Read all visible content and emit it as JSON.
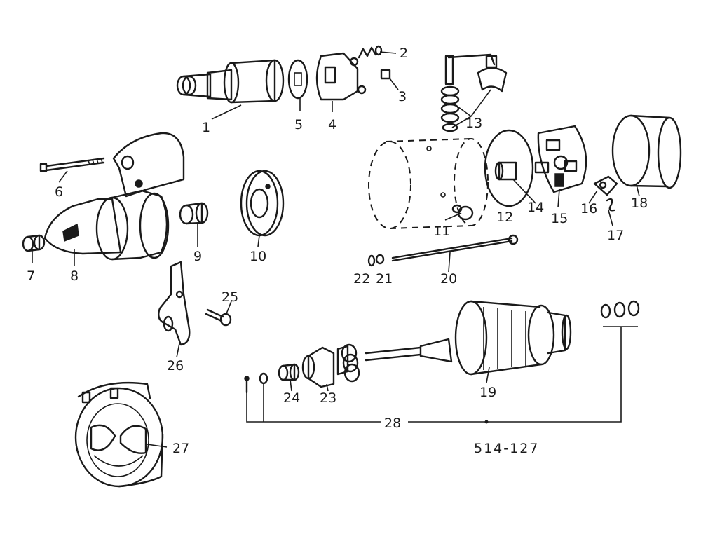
{
  "callouts": [
    "1",
    "2",
    "3",
    "4",
    "5",
    "6",
    "7",
    "8",
    "9",
    "10",
    "11",
    "12",
    "13",
    "14",
    "15",
    "16",
    "17",
    "18",
    "19",
    "20",
    "21",
    "22",
    "23",
    "24",
    "25",
    "26",
    "27",
    "28"
  ],
  "drawing_code": "514-127"
}
